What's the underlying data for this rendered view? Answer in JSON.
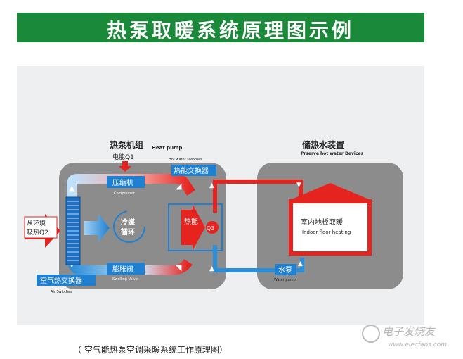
{
  "banner": {
    "title": "热泵取暖系统原理图示例",
    "color": "#1a8a3a"
  },
  "heat_pump_unit": {
    "title_cn": "热泵机组",
    "title_en": "Heat pump",
    "electric_input": "电能Q1",
    "air_source_label_line1": "从环境",
    "air_source_label_line2": "吸热Q2",
    "compressor_cn": "压缩机",
    "compressor_en": "Compressor",
    "refrigerant_line1": "冷媒",
    "refrigerant_line2": "循环",
    "expansion_valve_cn": "膨胀阀",
    "expansion_valve_en": "Swelling Valve",
    "air_exchanger_cn": "空气热交换器",
    "air_exchanger_en": "Air Switches",
    "hot_water_switch_en": "Hot water switches",
    "heat_exchanger_cn": "热能交换器",
    "heat_energy": "热能",
    "q3": "Q3"
  },
  "storage_unit": {
    "title_cn": "储热水装置",
    "title_en": "Prserve hot water Devices",
    "floor_heating_cn": "室内地板取暖",
    "floor_heating_en": "Indoor floor heating",
    "pump_cn": "水泵",
    "pump_en": "Water pump"
  },
  "caption": "（ 空气能热泵空调采暖系统工作原理图）",
  "watermark": {
    "text_cn": "电子发烧友",
    "text_en": "www.elecfans.com"
  },
  "colors": {
    "hot": "#e52420",
    "cold": "#2b8ed8",
    "label_bg": "#1f7fd0",
    "unit_bg": "#8a8a8a"
  }
}
